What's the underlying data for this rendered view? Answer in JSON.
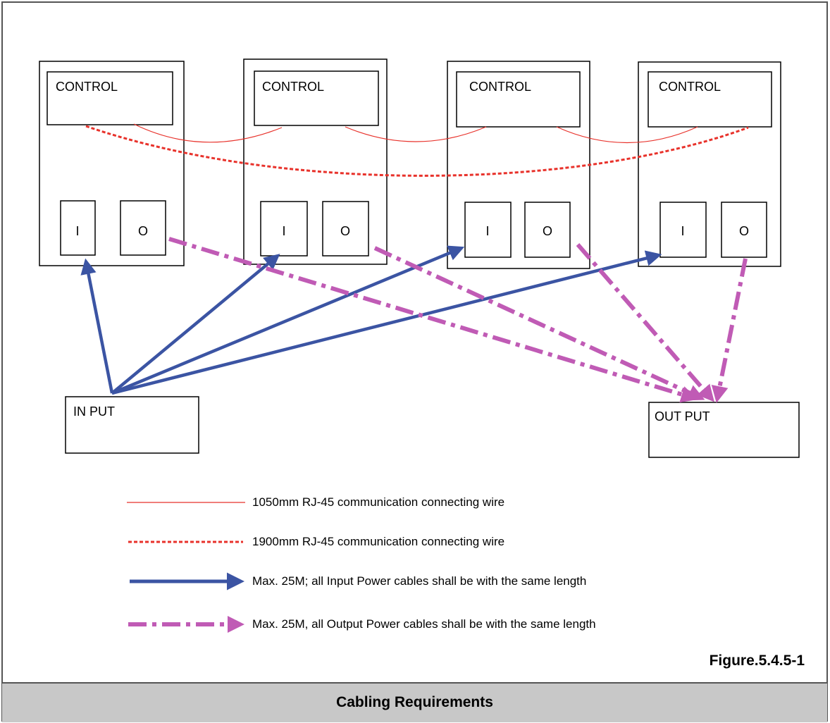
{
  "units": [
    {
      "control_label": "CONTROL",
      "input_label": "I",
      "output_label": "O"
    },
    {
      "control_label": "CONTROL",
      "input_label": "I",
      "output_label": "O"
    },
    {
      "control_label": "CONTROL",
      "input_label": "I",
      "output_label": "O"
    },
    {
      "control_label": "CONTROL",
      "input_label": "I",
      "output_label": "O"
    }
  ],
  "input_box_label": "IN PUT",
  "output_box_label": "OUT PUT",
  "legend": [
    {
      "style": "thin-solid-red",
      "color": "#e8322b",
      "text": "1050mm RJ-45 communication connecting wire"
    },
    {
      "style": "dashed-red",
      "color": "#e8322b",
      "text": "1900mm RJ-45 communication connecting wire"
    },
    {
      "style": "thick-blue-arrow",
      "color": "#3b54a3",
      "text": "Max. 25M; all Input Power cables shall be with the same length"
    },
    {
      "style": "dash-dot-magenta-arrow",
      "color": "#c05bb5",
      "text": "Max. 25M, all Output Power cables shall be with the same length"
    }
  ],
  "figure_number": "Figure.5.4.5-1",
  "caption": "Cabling Requirements"
}
